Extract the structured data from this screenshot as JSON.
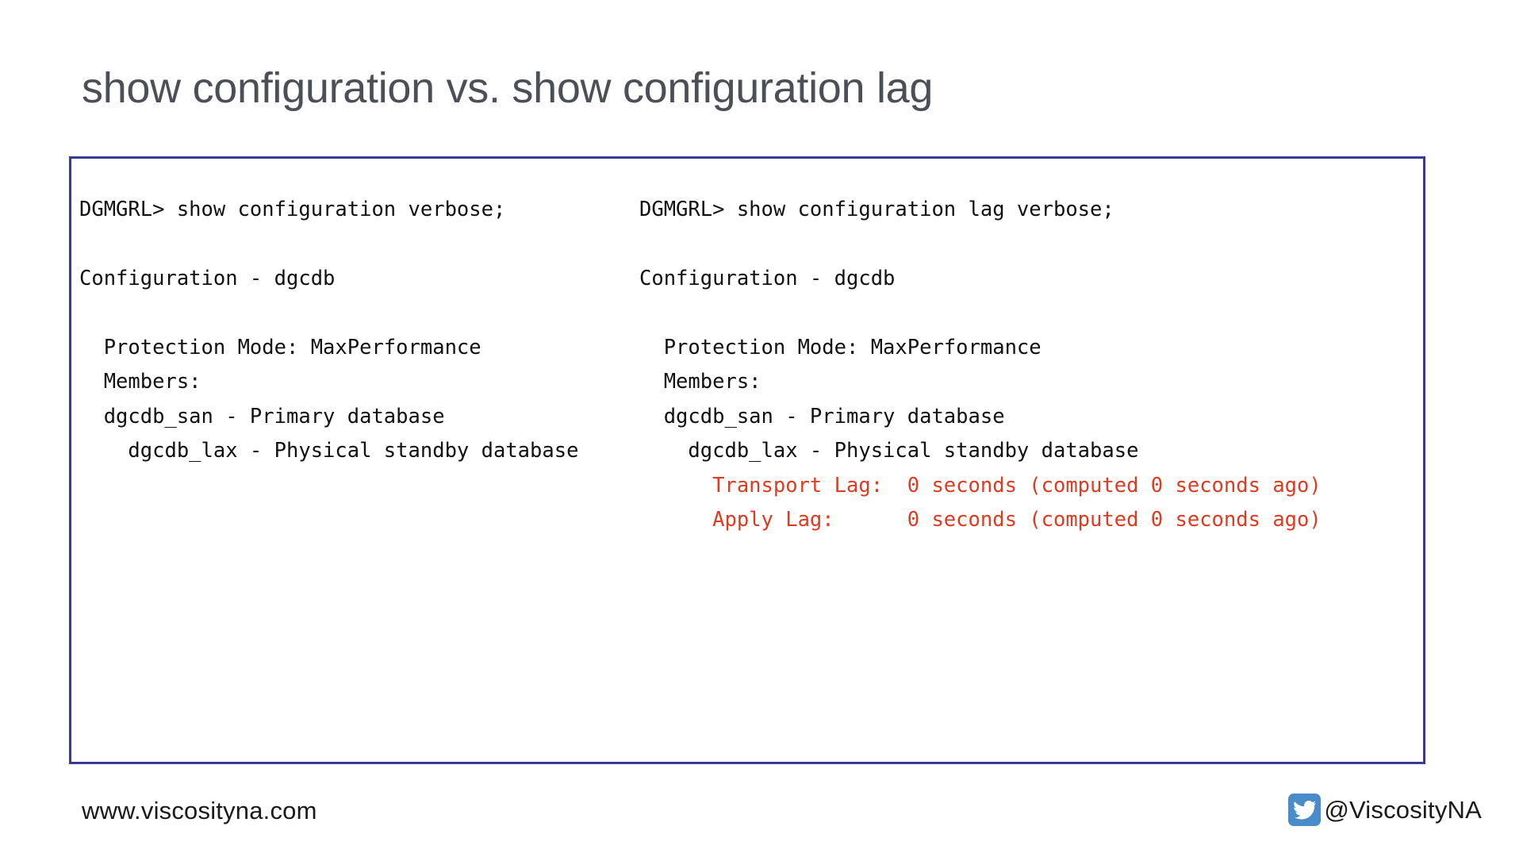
{
  "slide": {
    "title": "show configuration vs. show configuration lag",
    "title_color": "#4d4f56",
    "background": "#ffffff"
  },
  "code_box": {
    "border_color": "#3a3a93",
    "text_color": "#111111",
    "lag_text_color": "#dd3b22",
    "left_column": {
      "name": "show-configuration-output",
      "lines": [
        "DGMGRL> show configuration verbose;",
        "",
        "Configuration - dgcdb",
        "",
        "  Protection Mode: MaxPerformance",
        "  Members:",
        "  dgcdb_san - Primary database",
        "    dgcdb_lax - Physical standby database",
        "",
        ""
      ]
    },
    "right_column": {
      "name": "show-configuration-lag-output",
      "lines": [
        {
          "text": "DGMGRL> show configuration lag verbose;",
          "highlight": false
        },
        {
          "text": "",
          "highlight": false
        },
        {
          "text": "Configuration - dgcdb",
          "highlight": false
        },
        {
          "text": "",
          "highlight": false
        },
        {
          "text": "  Protection Mode: MaxPerformance",
          "highlight": false
        },
        {
          "text": "  Members:",
          "highlight": false
        },
        {
          "text": "  dgcdb_san - Primary database",
          "highlight": false
        },
        {
          "text": "    dgcdb_lax - Physical standby database",
          "highlight": false
        },
        {
          "text": "      Transport Lag:  0 seconds (computed 0 seconds ago)",
          "highlight": true
        },
        {
          "text": "      Apply Lag:      0 seconds (computed 0 seconds ago)",
          "highlight": true
        }
      ]
    }
  },
  "footer": {
    "url": "www.viscosityna.com",
    "handle": "@ViscosityNA",
    "twitter_icon_color": "#4a8bc9"
  }
}
